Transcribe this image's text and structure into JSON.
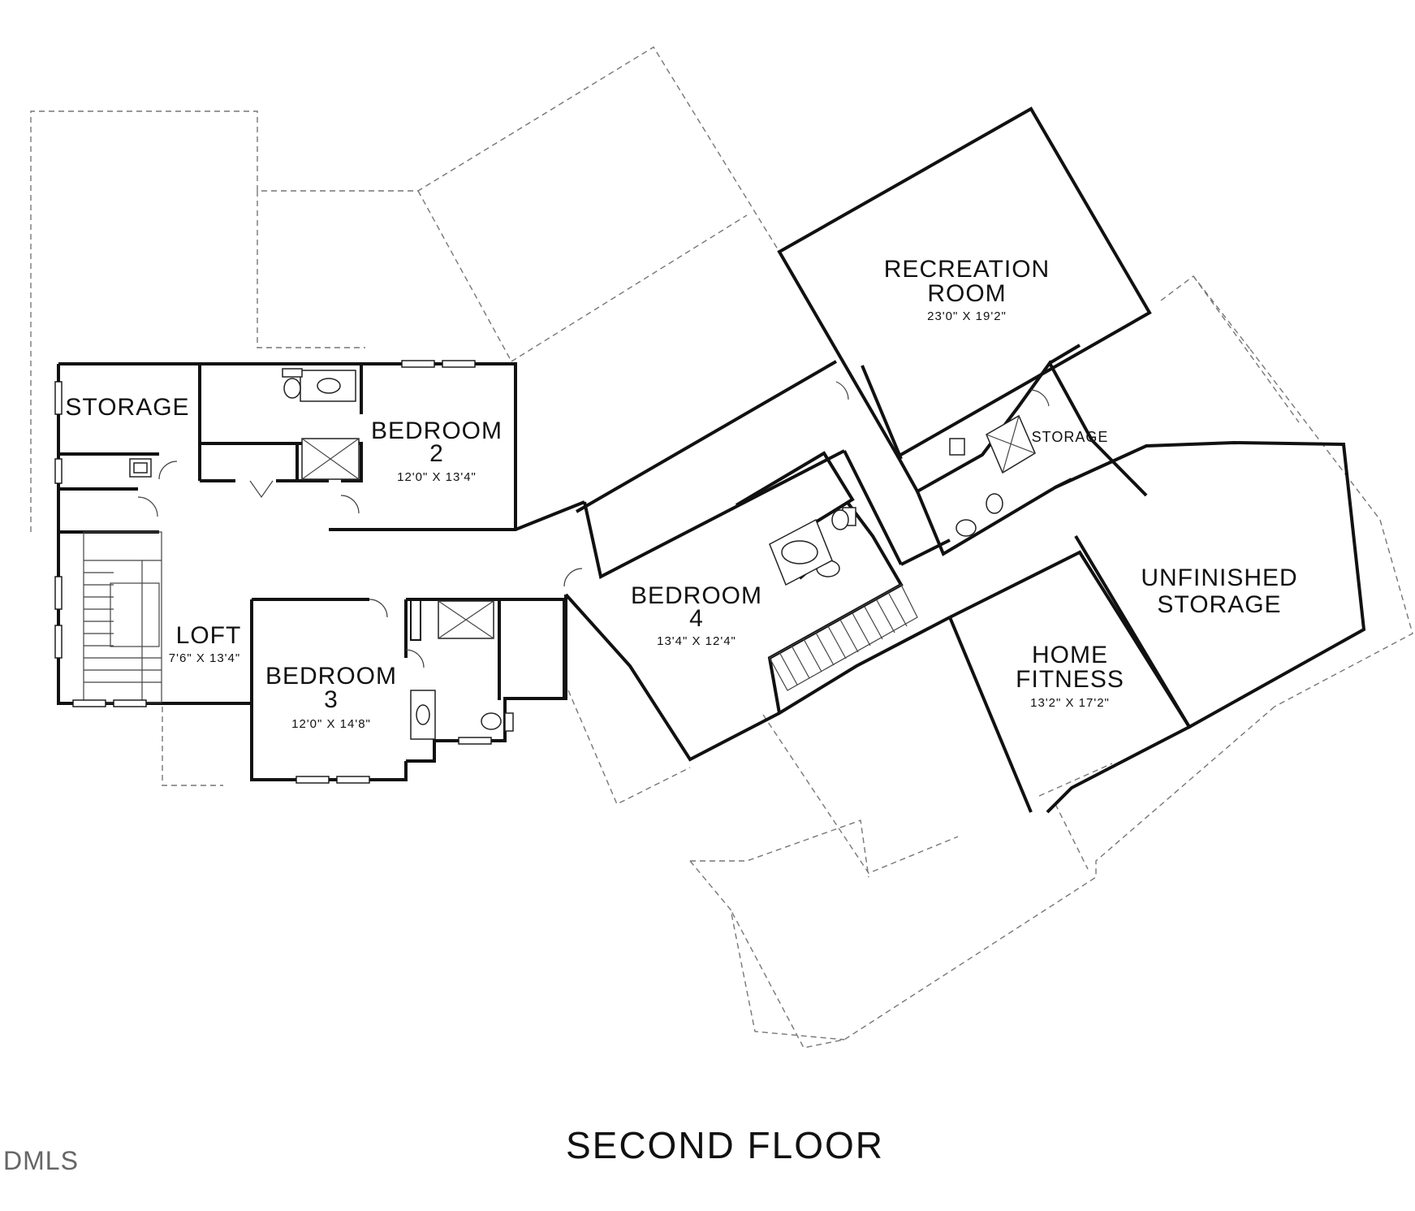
{
  "floor_title": "SECOND FLOOR",
  "watermark": "DMLS",
  "rooms": {
    "storage_left": {
      "label": "STORAGE"
    },
    "bedroom2": {
      "line1": "BEDROOM",
      "line2": "2",
      "dims": "12'0\" X 13'4\""
    },
    "loft": {
      "label": "LOFT",
      "dims": "7'6\" X 13'4\""
    },
    "bedroom3": {
      "line1": "BEDROOM",
      "line2": "3",
      "dims": "12'0\" X 14'8\""
    },
    "bedroom4": {
      "line1": "BEDROOM",
      "line2": "4",
      "dims": "13'4\" X 12'4\""
    },
    "recreation": {
      "line1": "RECREATION",
      "line2": "ROOM",
      "dims": "23'0\" X 19'2\""
    },
    "storage_small": {
      "label": "STORAGE"
    },
    "unfinished": {
      "line1": "UNFINISHED",
      "line2": "STORAGE"
    },
    "fitness": {
      "line1": "HOME",
      "line2": "FITNESS",
      "dims": "13'2\" X 17'2\""
    }
  },
  "colors": {
    "wall": "#111111",
    "dashed_outline": "#777777",
    "background": "#ffffff"
  }
}
